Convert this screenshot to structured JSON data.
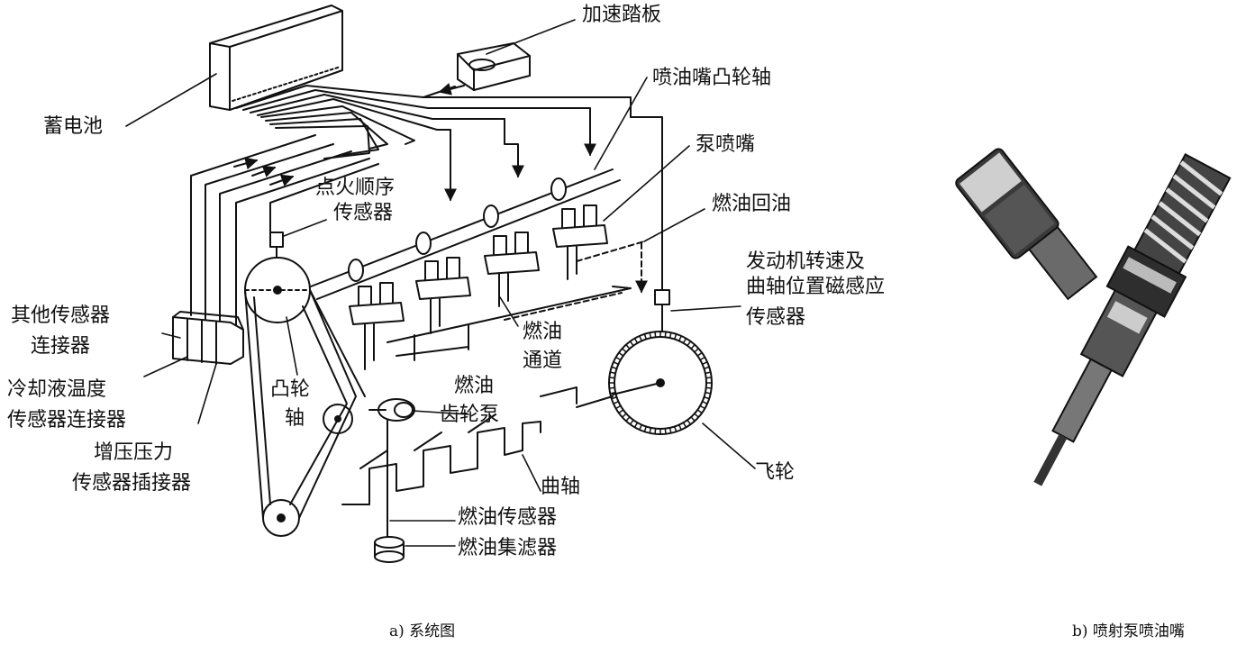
{
  "labels": {
    "accelerator_pedal": "加速踏板",
    "injector_camshaft": "喷油嘴凸轮轴",
    "battery": "蓄电池",
    "pump_injector": "泵喷嘴",
    "fuel_return": "燃油回油",
    "ignition_order_sensor_1": "点火顺序",
    "ignition_order_sensor_2": "传感器",
    "engine_speed_sensor_1": "发动机转速及",
    "engine_speed_sensor_2": "曲轴位置磁感应",
    "engine_speed_sensor_3": "传感器",
    "other_sensors_1": "其他传感器",
    "other_sensors_2": "连接器",
    "coolant_temp_1": "冷却液温度",
    "coolant_temp_2": "传感器连接器",
    "boost_pressure_1": "增压压力",
    "boost_pressure_2": "传感器插接器",
    "camshaft_1": "凸轮",
    "camshaft_2": "轴",
    "fuel_channel_1": "燃油",
    "fuel_channel_2": "通道",
    "gear_pump_1": "燃油",
    "gear_pump_2": "齿轮泵",
    "crankshaft": "曲轴",
    "fuel_sensor": "燃油传感器",
    "fuel_filter": "燃油集滤器",
    "flywheel": "飞轮"
  },
  "captions": {
    "left": "a) 系统图",
    "right": "b) 喷射泵喷油嘴"
  }
}
